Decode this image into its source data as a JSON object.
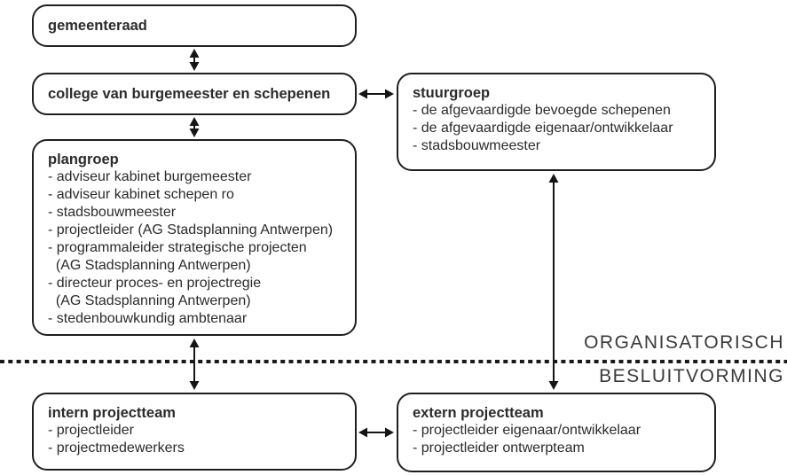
{
  "diagram": {
    "boxes": {
      "gemeenteraad": {
        "title": "gemeenteraad",
        "items": []
      },
      "college": {
        "title": "college van burgemeester en schepenen",
        "items": []
      },
      "plangroep": {
        "title": "plangroep",
        "items": [
          "- adviseur kabinet burgemeester",
          "- adviseur kabinet schepen ro",
          "- stadsbouwmeester",
          "- projectleider (AG Stadsplanning Antwerpen)",
          "- programmaleider strategische projecten",
          "  (AG Stadsplanning Antwerpen)",
          "- directeur proces- en projectregie",
          "  (AG Stadsplanning Antwerpen)",
          "- stedenbouwkundig ambtenaar"
        ]
      },
      "stuurgroep": {
        "title": "stuurgroep",
        "items": [
          "- de afgevaardigde bevoegde schepenen",
          "- de afgevaardigde eigenaar/ontwikkelaar",
          "- stadsbouwmeester"
        ]
      },
      "intern_projectteam": {
        "title": "intern projectteam",
        "items": [
          "- projectleider",
          "- projectmedewerkers"
        ]
      },
      "extern_projectteam": {
        "title": "extern projectteam",
        "items": [
          "- projectleider eigenaar/ontwikkelaar",
          "- projectleider ontwerpteam"
        ]
      }
    },
    "separator": {
      "label_above": "ORGANISATORISCH",
      "label_below": "BESLUITVORMING"
    },
    "colors": {
      "border": "#1f1f1f",
      "text": "#2b2b2b",
      "arrow": "#151515",
      "background": "#ffffff"
    }
  }
}
